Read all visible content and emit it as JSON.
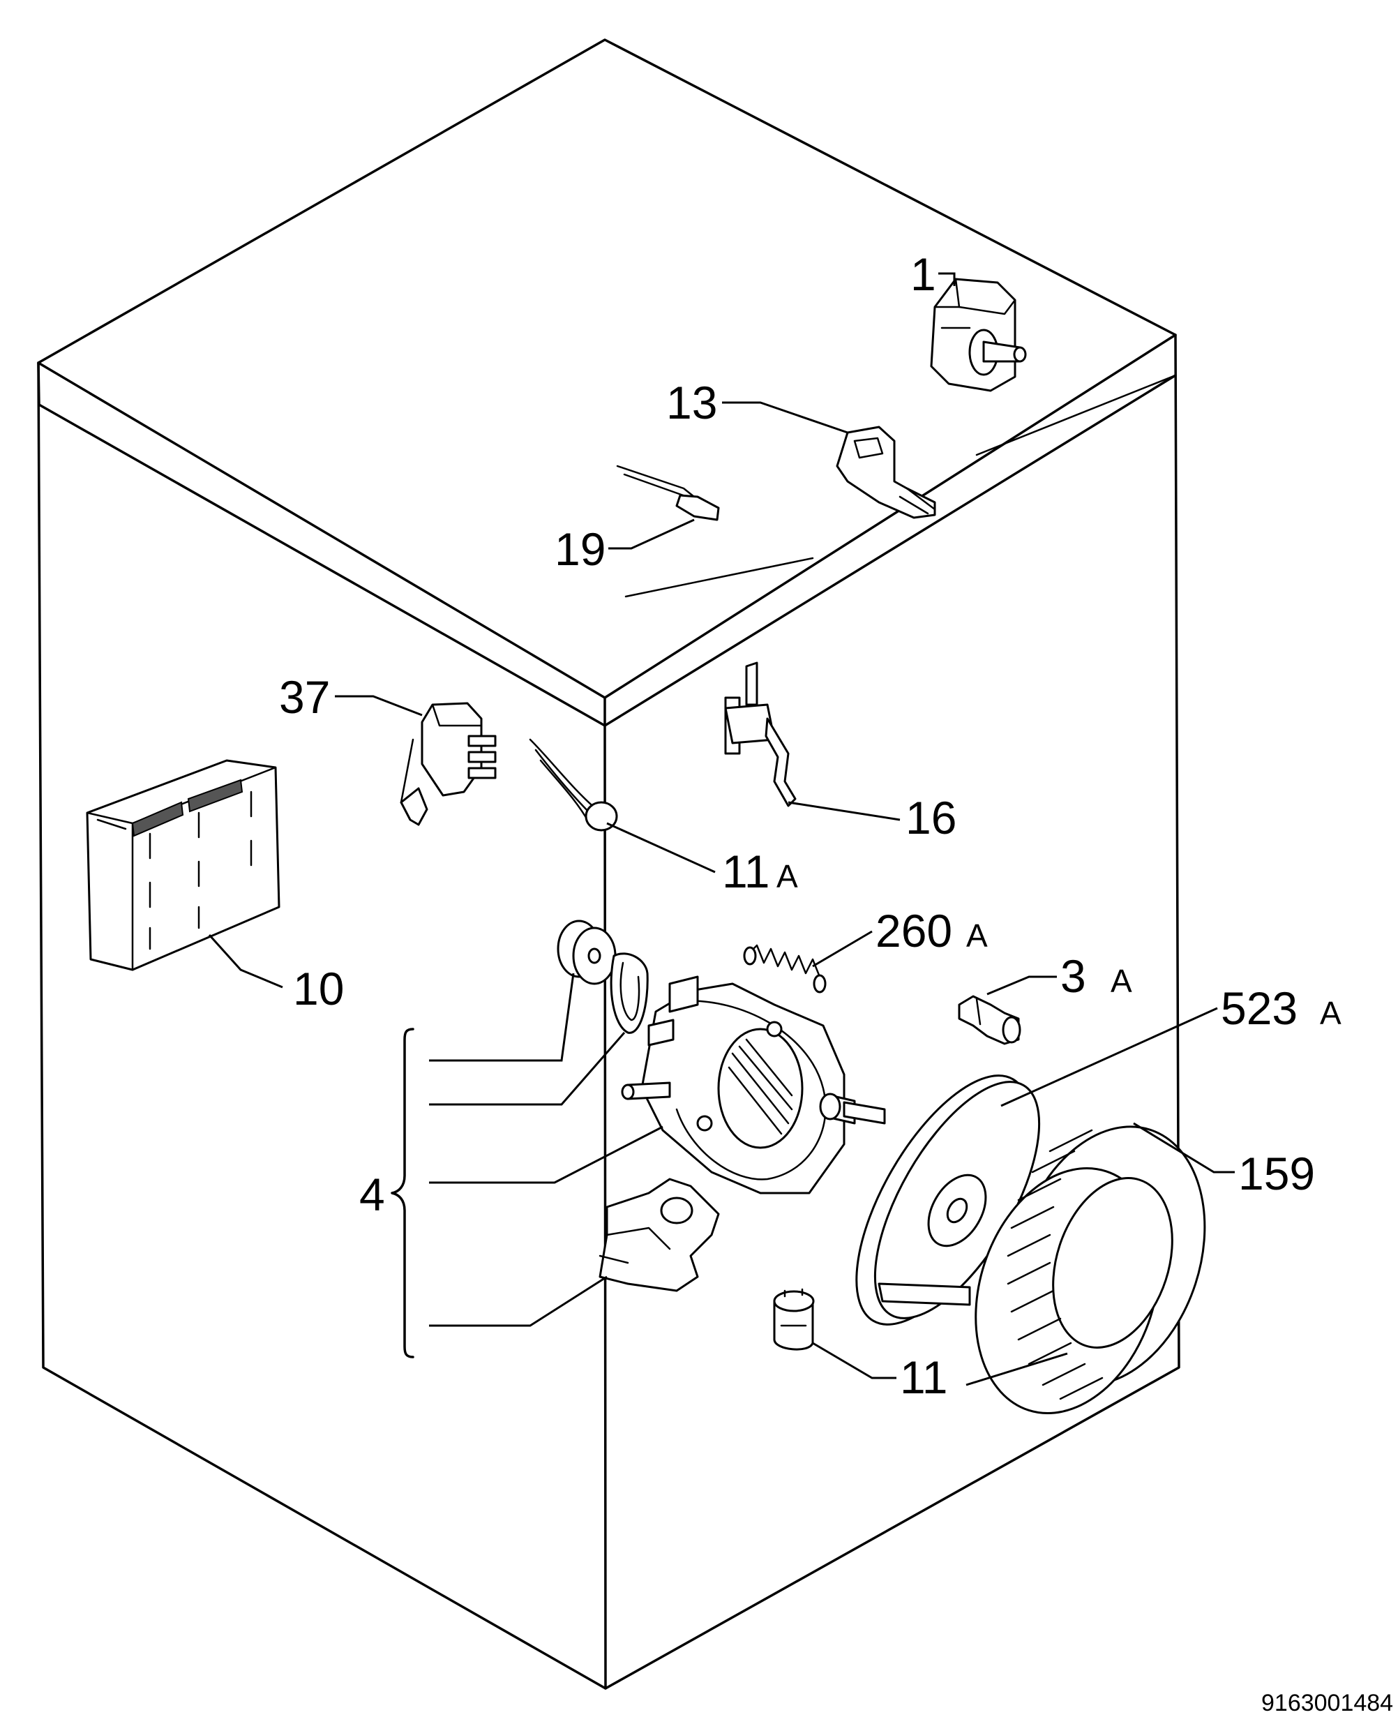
{
  "labels": {
    "l1": "1",
    "l13": "13",
    "l19": "19",
    "l37": "37",
    "l16": "16",
    "l11a": "11",
    "l11a_sfx": "A",
    "l10": "10",
    "l260a": "260",
    "l260a_sfx": "A",
    "l3a": "3",
    "l3a_sfx": "A",
    "l523a": "523",
    "l523a_sfx": "A",
    "l4": "4",
    "l159": "159",
    "l11": "11"
  },
  "footer": {
    "code": "9163001484"
  },
  "colors": {
    "ink": "#000000",
    "paper": "#ffffff"
  }
}
